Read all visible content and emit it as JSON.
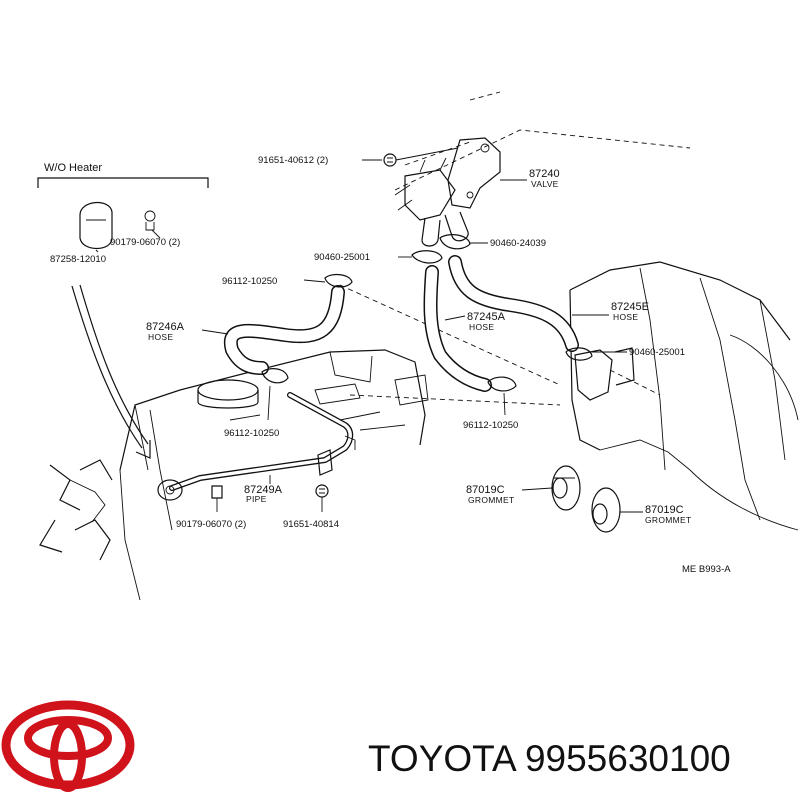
{
  "brand": {
    "name": "TOYOTA",
    "part_number": "9955630100",
    "logo_color": "#d0121b"
  },
  "diagram": {
    "group_title": "W/O  Heater",
    "reference_code": "ME  B993-A",
    "labels": {
      "p_91651_40612": "91651-40612 (2)",
      "p_87240": "87240",
      "p_87240_desc": "VALVE",
      "p_90179_06070_top": "90179-06070 (2)",
      "p_87258_12010": "87258-12010",
      "p_90460_25001_a": "90460-25001",
      "p_90460_24039": "90460-24039",
      "p_96112_10250_a": "96112-10250",
      "p_87245e": "87245E",
      "p_87245e_desc": "HOSE",
      "p_87246a": "87246A",
      "p_87246a_desc": "HOSE",
      "p_87245a": "87245A",
      "p_87245a_desc": "HOSE",
      "p_90460_25001_b": "90460-25001",
      "p_96112_10250_b": "96112-10250",
      "p_96112_10250_c": "96112-10250",
      "p_87249a": "87249A",
      "p_87249a_desc": "PIPE",
      "p_87019c_a": "87019C",
      "p_87019c_a_desc": "GROMMET",
      "p_87019c_b": "87019C",
      "p_87019c_b_desc": "GROMMET",
      "p_90179_06070_bot": "90179-06070 (2)",
      "p_91651_40814": "91651-40814"
    }
  }
}
